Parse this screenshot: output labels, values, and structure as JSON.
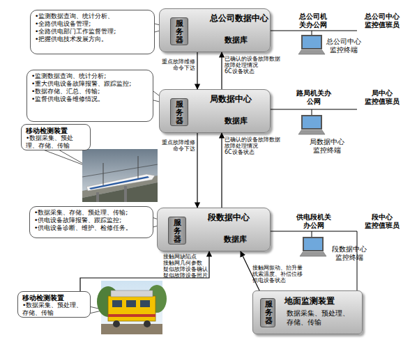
{
  "diagram": {
    "nodes": [
      {
        "text": [
          "•监测数据查询、统计分析、",
          "•全路供电设备管理;",
          "•全路供电部门工作监督管理;",
          "•把握供电技术发展方向。"
        ]
      },
      {
        "text": [
          "总公司数据中心"
        ]
      },
      {
        "text": [
          "服务器"
        ],
        "in": 1
      },
      {
        "text": [
          "数据库"
        ],
        "in": 1
      },
      {
        "text": [
          "•监测数据查询、统计分析;",
          "•重大供电设备故障报警、跟踪监控;",
          "•数据存储、汇总、传输;",
          "•监督供电设备维修情况。"
        ]
      },
      {
        "text": [
          "局数据中心"
        ]
      },
      {
        "text": [
          "服务器"
        ],
        "in": 5
      },
      {
        "text": [
          "数据库"
        ],
        "in": 5
      },
      {
        "text": [
          "移动检测装置",
          "•数据采集、预处理、存储、传输"
        ]
      },
      {
        "text": [
          "•数据采集、存储、预处理、传输;",
          "•供电设备故障报警、跟踪监控;",
          "•供电设备诊断、维护、检修任务。"
        ]
      },
      {
        "text": [
          "段数据中心"
        ]
      },
      {
        "text": [
          "服务器"
        ],
        "in": 10
      },
      {
        "text": [
          "数据库"
        ],
        "in": 10
      },
      {
        "text": [
          "移动检测装置",
          "•数据采集、预处理、存储、传输"
        ]
      },
      {
        "text": [
          "地面监测装置",
          "数据采集、预处理、存储、传输"
        ]
      },
      {
        "text": [
          "服务器"
        ],
        "in": 14
      }
    ],
    "edges": [
      {
        "from": 1,
        "to": 5,
        "arrow": "to",
        "label": "重点故障维修 命令下达"
      },
      {
        "from": 5,
        "to": 1,
        "arrow": "to",
        "label": "已确认的设备故障数据 故障处理情况 6C设备状态"
      },
      {
        "from": 5,
        "to": 10,
        "arrow": "to",
        "label": "重点故障维修 命令下达"
      },
      {
        "from": 10,
        "to": 5,
        "arrow": "to",
        "label": "已确认的设备故障数据 故障处理情况 6C设备状态"
      },
      {
        "from": 13,
        "to": 10,
        "arrow": "to",
        "label": "接触网缺陷点 接触网几何参数 疑似故障设备确认 疑似故障设备照片"
      },
      {
        "from": 14,
        "to": 10,
        "arrow": "to",
        "label": "接触网振动、抬升量 线索温度、补偿位移 供电设备状态"
      }
    ],
    "labels": [
      "总公司机 关办公网",
      "总公司中心 监控值班员",
      "总公司中心 监控终端",
      "路局机关办 公网",
      "局中心 监控值班员",
      "局数据中心 监控终端",
      "供电段机关 办公网",
      "段中心 监控值班员",
      "段数据中心 监控终端"
    ]
  }
}
